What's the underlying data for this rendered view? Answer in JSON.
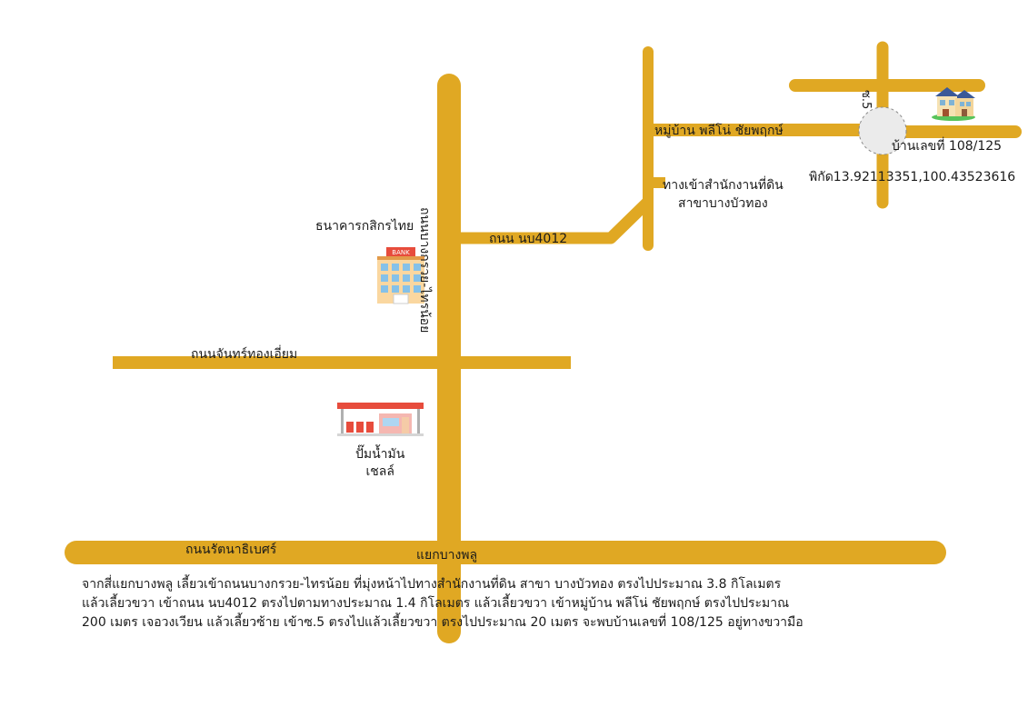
{
  "roads": {
    "bang_kruai_sai_noi": "ถนนบางกรวย-ไทรน้อย",
    "nb4012": "ถนน นบ4012",
    "chan_thong_iam": "ถนนจันทร์ทองเอี่ยม",
    "rattanathibet": "ถนนรัตนาธิเบศร์",
    "soi": "ซ.5"
  },
  "places": {
    "bank": "ธนาคารกสิกรไทย",
    "bank_sign": "BANK",
    "gas_line1": "ปั๊มน้ำมัน",
    "gas_line2": "เชลล์",
    "junction": "แยกบางพลู",
    "village": "หมู่บ้าน พลีโน่  ชัยพฤกษ์",
    "land_office_line1": "ทางเข้าสำนักงานที่ดิน",
    "land_office_line2": "สาขาบางบัวทอง",
    "house_number": "บ้านเลขที่ 108/125",
    "coordinates": "พิกัด13.92113351,100.43523616"
  },
  "directions": [
    "จากสี่แยกบางพลู เลี้ยวเข้าถนนบางกรวย-ไทรน้อย ที่มุ่งหน้าไปทางสำนักงานที่ดิน สาขา บางบัวทอง ตรงไปประมาณ 3.8 กิโลเมตร",
    "แล้วเลี้ยวขวา เข้าถนน นบ4012 ตรงไปตามทางประมาณ 1.4 กิโลเมตร แล้วเลี้ยวขวา เข้าหมู่บ้าน พลีโน่ ชัยพฤกษ์ ตรงไปประมาณ",
    "200 เมตร เจอวงเวียน แล้วเลี้ยวซ้าย เข้าซ.5 ตรงไปแล้วเลี้ยวขวา ตรงไปประมาณ 20 เมตร จะพบบ้านเลขที่ 108/125 อยู่ทางขวามือ"
  ],
  "colors": {
    "road": "#E0A823",
    "roundabout": "#EBEBEB"
  },
  "icons": {
    "bank": "bank-building-icon",
    "gas": "gas-station-icon",
    "house": "house-icon"
  }
}
